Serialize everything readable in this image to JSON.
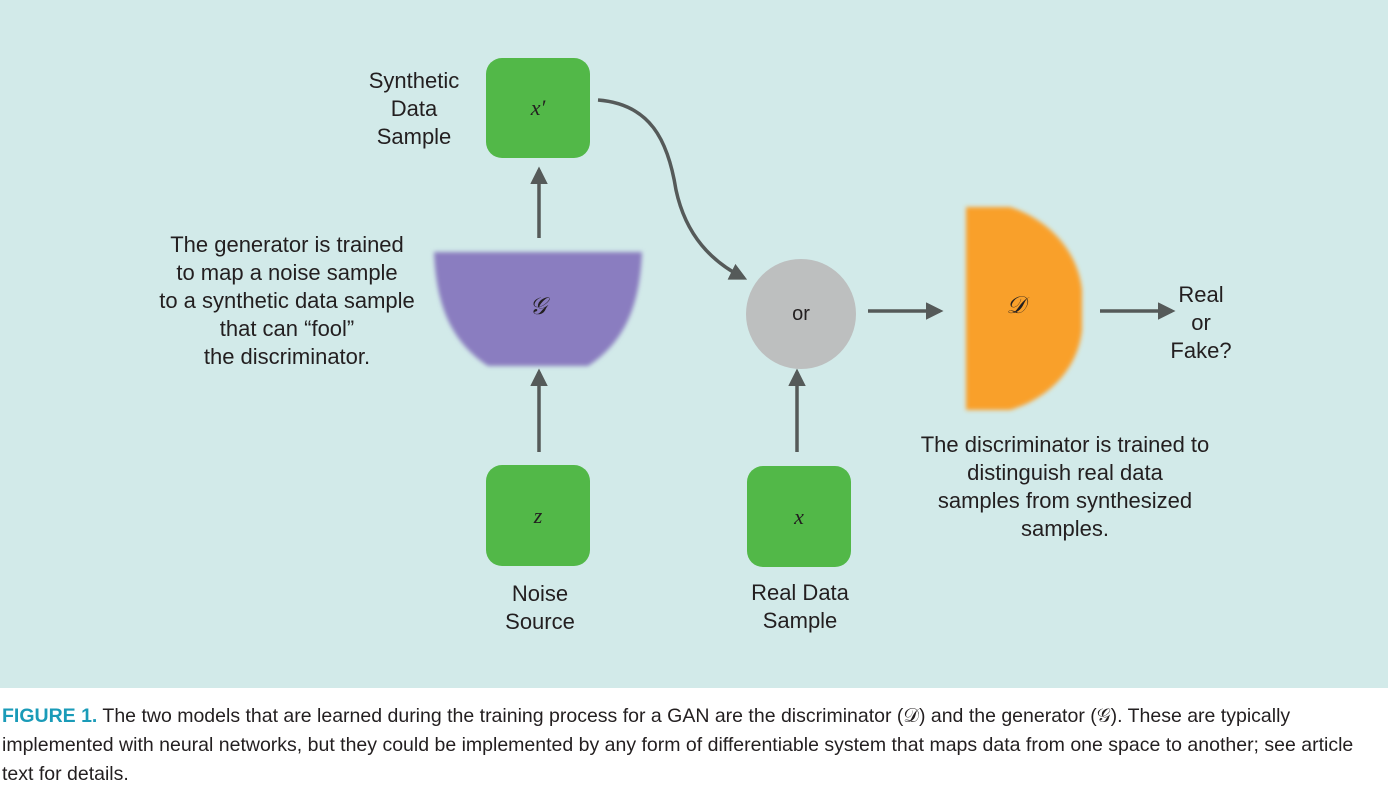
{
  "diagram": {
    "nodes": {
      "synthetic_sample": {
        "symbol": "x′",
        "label": "Synthetic\nData\nSample"
      },
      "generator": {
        "symbol": "𝒢"
      },
      "noise": {
        "symbol": "z",
        "label": "Noise\nSource"
      },
      "real_sample": {
        "symbol": "x",
        "label": "Real Data\nSample"
      },
      "or_node": {
        "label": "or"
      },
      "discriminator": {
        "symbol": "𝒟"
      },
      "output": {
        "label": "Real\nor\nFake?"
      }
    },
    "annotations": {
      "generator_note": "The generator is trained\nto map a noise sample\nto a synthetic data sample\nthat can “fool”\nthe discriminator.",
      "discriminator_note": "The discriminator is trained to\ndistinguish real data\nsamples from synthesized\nsamples."
    },
    "edges": [
      {
        "from": "noise",
        "to": "generator"
      },
      {
        "from": "generator",
        "to": "synthetic_sample"
      },
      {
        "from": "synthetic_sample",
        "to": "or_node"
      },
      {
        "from": "real_sample",
        "to": "or_node"
      },
      {
        "from": "or_node",
        "to": "discriminator"
      },
      {
        "from": "discriminator",
        "to": "output"
      }
    ],
    "colors": {
      "background": "#d2eae9",
      "data_box": "#52b848",
      "generator": "#8a7dc0",
      "discriminator": "#f9a02b",
      "or_node": "#bdbfbf",
      "arrow": "#555a59",
      "caption_label": "#1a9bb8"
    }
  },
  "caption": {
    "label": "FIGURE 1.",
    "text": " The two models that are learned during the training process for a GAN are the discriminator (𝒟) and the generator (𝒢). These are typically implemented with neural networks, but they could be implemented by any form of differentiable system that maps data from one space to another; see article text for details."
  }
}
